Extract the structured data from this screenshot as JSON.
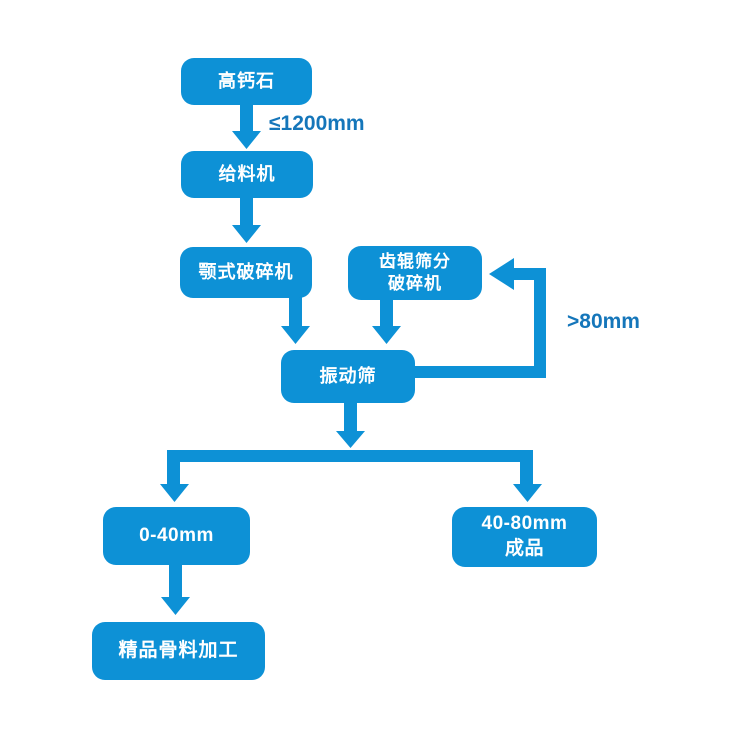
{
  "flowchart": {
    "title": "limestone-crushing-process-flow",
    "nodes": {
      "source": {
        "label": "高钙石"
      },
      "feeder": {
        "label": "给料机"
      },
      "jaw_crusher": {
        "label": "颚式破碎机"
      },
      "roller_screen_crusher": {
        "label": "齿辊筛分\n破碎机"
      },
      "vibrating_screen": {
        "label": "振动筛"
      },
      "output_0_40": {
        "label": "0-40mm"
      },
      "output_40_80": {
        "label": "40-80mm\n成品"
      },
      "fine_aggregate": {
        "label": "精品骨料加工"
      }
    },
    "edge_labels": {
      "feed_size": "≤1200mm",
      "oversize_return": ">80mm"
    },
    "colors": {
      "node_fill": "#0d91d6",
      "node_text": "#ffffff",
      "arrow": "#0d91d6",
      "edge_label": "#1576ba",
      "background": "#ffffff"
    }
  }
}
